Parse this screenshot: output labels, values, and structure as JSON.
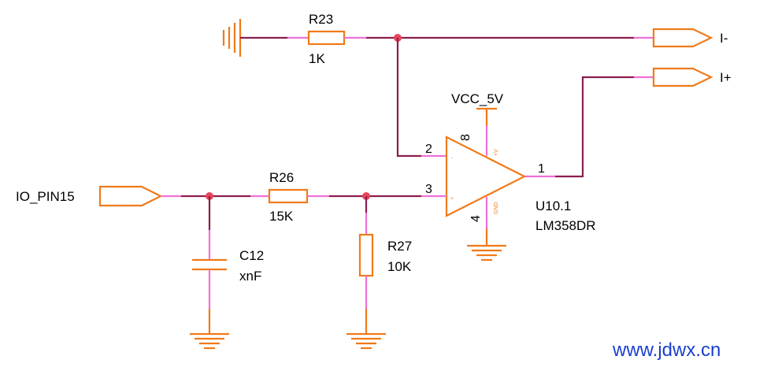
{
  "components": {
    "r23": {
      "ref": "R23",
      "value": "1K"
    },
    "r26": {
      "ref": "R26",
      "value": "15K"
    },
    "r27": {
      "ref": "R27",
      "value": "10K"
    },
    "c12": {
      "ref": "C12",
      "value": "xnF"
    },
    "u10": {
      "ref": "U10.1",
      "part": "LM358DR"
    }
  },
  "power": {
    "vcc": "VCC_5V"
  },
  "ports": {
    "input": "IO_PIN15",
    "i_minus": "I-",
    "i_plus": "I+"
  },
  "opamp_pins": {
    "inv": "2",
    "noninv": "3",
    "out": "1",
    "vplus": "8",
    "gnd": "4",
    "minus_sign": "-",
    "plus_sign": "+",
    "vplus_label": "+V",
    "gnd_label": "GND"
  },
  "watermark": "www.jdwx.cn",
  "colors": {
    "wire": "#8a1e4e",
    "pin": "#f070d8",
    "component": "#f07a1a",
    "junction": "#e8455a",
    "watermark": "#1a3fd0"
  }
}
